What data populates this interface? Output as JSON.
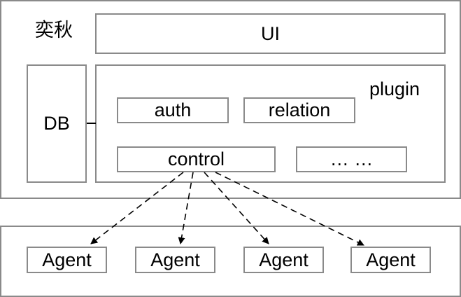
{
  "diagram": {
    "system_label": "奕秋",
    "ui_label": "UI",
    "db_label": "DB",
    "plugin_label": "plugin",
    "plugins": [
      "auth",
      "relation",
      "control",
      "… …"
    ],
    "agents": [
      "Agent",
      "Agent",
      "Agent",
      "Agent"
    ]
  },
  "colors": {
    "border": "#8a8a8a",
    "line": "#000000"
  }
}
